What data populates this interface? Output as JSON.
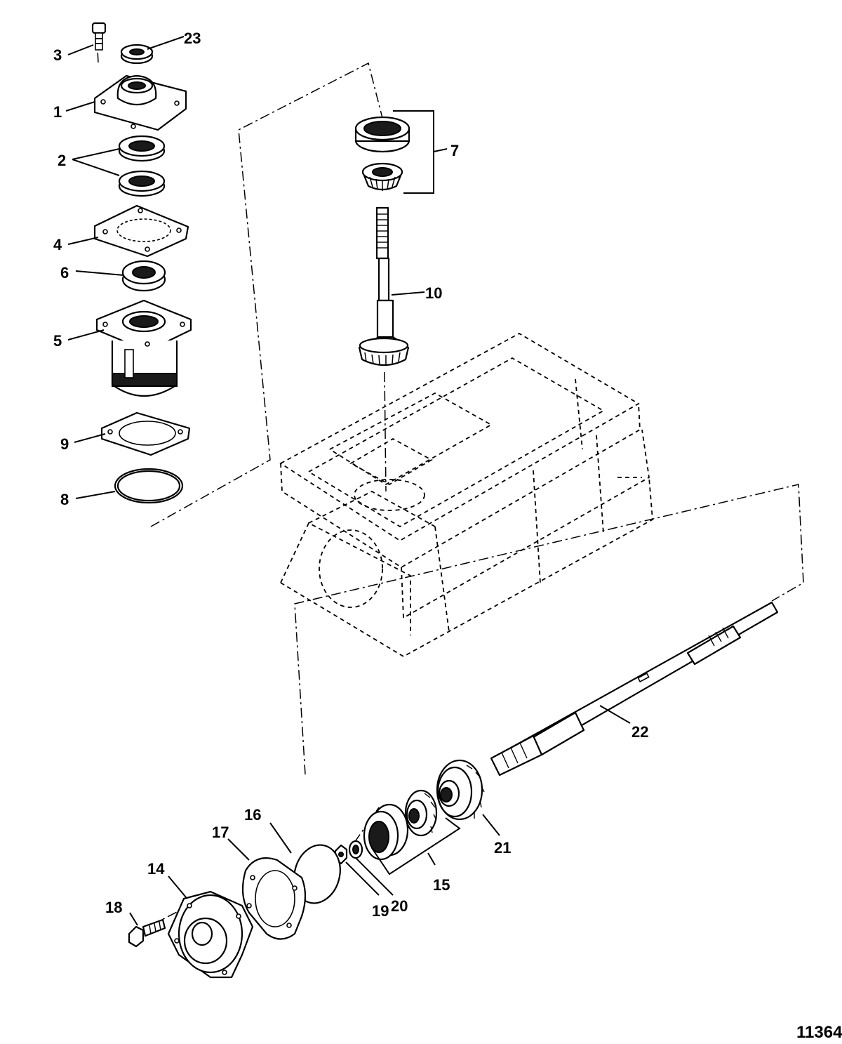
{
  "figure_number": "11364",
  "callouts": {
    "c1": "1",
    "c2": "2",
    "c3": "3",
    "c4": "4",
    "c5": "5",
    "c6": "6",
    "c7": "7",
    "c8": "8",
    "c9": "9",
    "c10": "10",
    "c14": "14",
    "c15": "15",
    "c16": "16",
    "c17": "17",
    "c18": "18",
    "c19": "19",
    "c20": "20",
    "c21": "21",
    "c22": "22",
    "c23": "23"
  }
}
